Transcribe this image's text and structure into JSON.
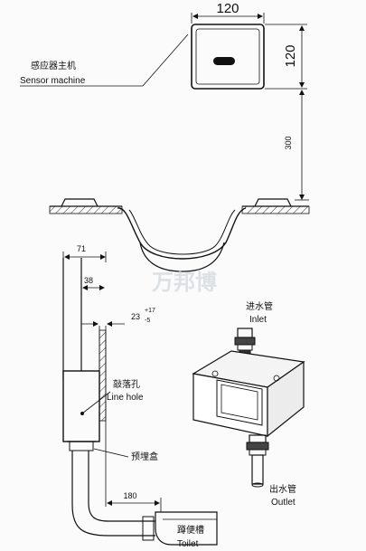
{
  "labels": {
    "sensor_cn": "感应器主机",
    "sensor_en": "Sensor machine",
    "inlet_cn": "进水管",
    "inlet_en": "Inlet",
    "hole_cn": "敲落孔",
    "hole_en": "Line hole",
    "box_cn": "预埋盒",
    "outlet_cn": "出水管",
    "outlet_en": "Outlet",
    "toilet_cn": "蹲便槽",
    "toilet_en": "Toilet"
  },
  "dimensions": {
    "sensor_width": "120",
    "sensor_height": "120",
    "sensor_to_floor": "300",
    "d71": "71",
    "d38": "38",
    "d23": "23",
    "d23_plus": "+17",
    "d23_minus": "-5",
    "d180": "180"
  },
  "watermark": "万邦博",
  "colors": {
    "line": "#111111",
    "hatch": "#333333",
    "watermark": "#cfd7dd"
  }
}
